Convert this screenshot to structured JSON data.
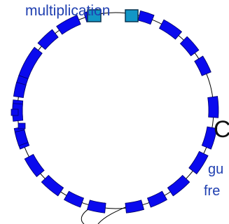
{
  "diagram": {
    "colors": {
      "segment": "#0a0aee",
      "segment_stroke": "#000066",
      "marker": "#1296c6",
      "marker_stroke": "#0a3550",
      "ring": "#000000",
      "label": "#1f3fb0"
    },
    "labels": {
      "top": "multiplication",
      "right_symbol": "C",
      "right_lower_1": "gu",
      "right_lower_2": "fre"
    },
    "ring_segment_count": 24,
    "marker_count": 2,
    "connector_count": 2
  }
}
